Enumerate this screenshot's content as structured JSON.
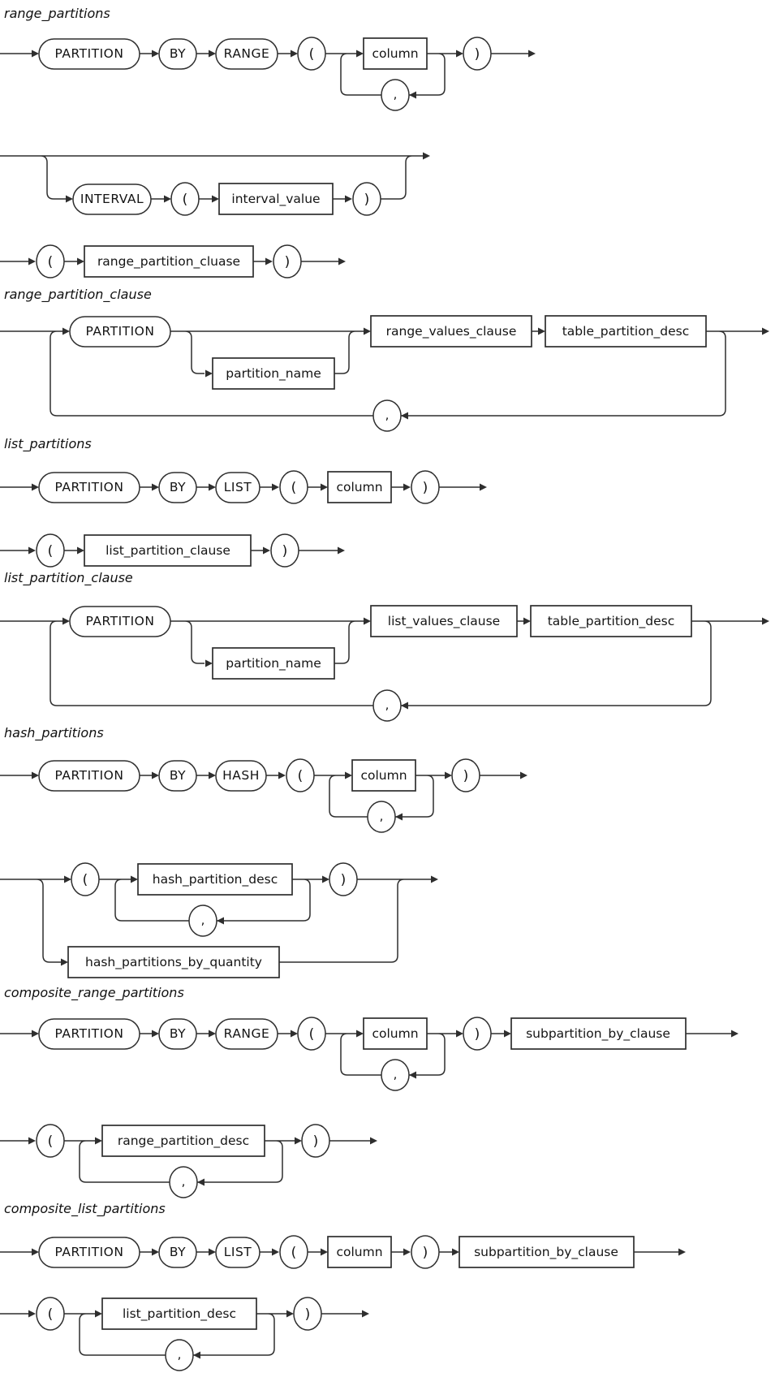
{
  "figure": {
    "kind": "sql-syntax-railroad-diagrams",
    "background": "#ffffff",
    "line_color": "#2e2e2e"
  },
  "terminals": {
    "partition": "PARTITION",
    "by": "BY",
    "range": "RANGE",
    "list": "LIST",
    "hash": "HASH",
    "interval": "INTERVAL",
    "lparen": "(",
    "rparen": ")",
    "comma": ","
  },
  "sections": {
    "range_partitions": {
      "title": "range_partitions",
      "boxes": {
        "column": "column",
        "interval_value": "interval_value",
        "range_partition_cluase": "range_partition_cluase"
      }
    },
    "range_partition_clause": {
      "title": "range_partition_clause",
      "boxes": {
        "partition_name": "partition_name",
        "range_values_clause": "range_values_clause",
        "table_partition_desc": "table_partition_desc"
      }
    },
    "list_partitions": {
      "title": "list_partitions",
      "boxes": {
        "column": "column",
        "list_partition_clause": "list_partition_clause"
      }
    },
    "list_partition_clause": {
      "title": "list_partition_clause",
      "boxes": {
        "partition_name": "partition_name",
        "list_values_clause": "list_values_clause",
        "table_partition_desc": "table_partition_desc"
      }
    },
    "hash_partitions": {
      "title": "hash_partitions",
      "boxes": {
        "column": "column",
        "hash_partition_desc": "hash_partition_desc",
        "hash_partitions_by_quantity": "hash_partitions_by_quantity"
      }
    },
    "composite_range_partitions": {
      "title": "composite_range_partitions",
      "boxes": {
        "column": "column",
        "subpartition_by_clause": "subpartition_by_clause",
        "range_partition_desc": "range_partition_desc"
      }
    },
    "composite_list_partitions": {
      "title": "composite_list_partitions",
      "boxes": {
        "column": "column",
        "subpartition_by_clause": "subpartition_by_clause",
        "list_partition_desc": "list_partition_desc"
      }
    }
  }
}
